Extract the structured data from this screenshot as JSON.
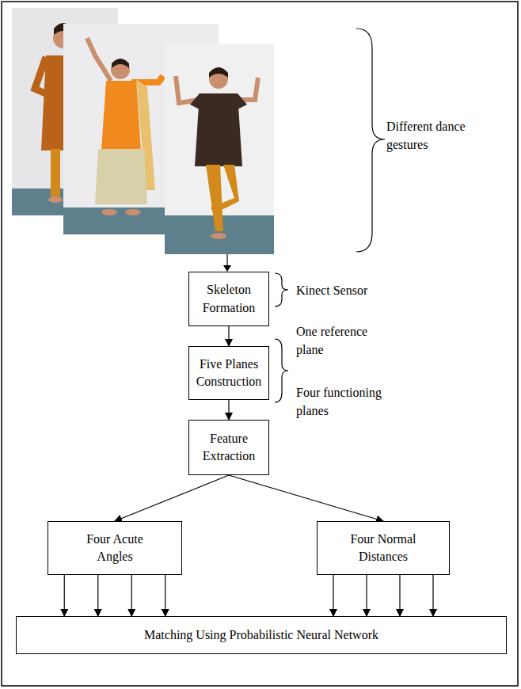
{
  "diagram": {
    "nodes": [
      {
        "text": [
          "Skeleton Formation"
        ]
      },
      {
        "text": [
          "Five Planes Construction"
        ]
      },
      {
        "text": [
          "Feature Extraction"
        ]
      },
      {
        "text": [
          "Four Acute Angles"
        ]
      },
      {
        "text": [
          "Four Normal Distances"
        ]
      },
      {
        "text": [
          "Matching Using Probabilistic Neural Network"
        ]
      }
    ],
    "edges": [
      {
        "from": 0,
        "to": 1,
        "arrow": "to"
      },
      {
        "from": 1,
        "to": 2,
        "arrow": "to"
      },
      {
        "from": 2,
        "to": 3,
        "arrow": "to"
      },
      {
        "from": 2,
        "to": 4,
        "arrow": "to"
      },
      {
        "from": 3,
        "to": 5,
        "arrow": "to"
      },
      {
        "from": 3,
        "to": 5,
        "arrow": "to"
      },
      {
        "from": 3,
        "to": 5,
        "arrow": "to"
      },
      {
        "from": 3,
        "to": 5,
        "arrow": "to"
      },
      {
        "from": 4,
        "to": 5,
        "arrow": "to"
      },
      {
        "from": 4,
        "to": 5,
        "arrow": "to"
      },
      {
        "from": 4,
        "to": 5,
        "arrow": "to"
      },
      {
        "from": 4,
        "to": 5,
        "arrow": "to"
      }
    ],
    "labels": [
      "Different dance gestures",
      "Kinect Sensor",
      "One reference plane",
      "Four functioning planes"
    ]
  }
}
